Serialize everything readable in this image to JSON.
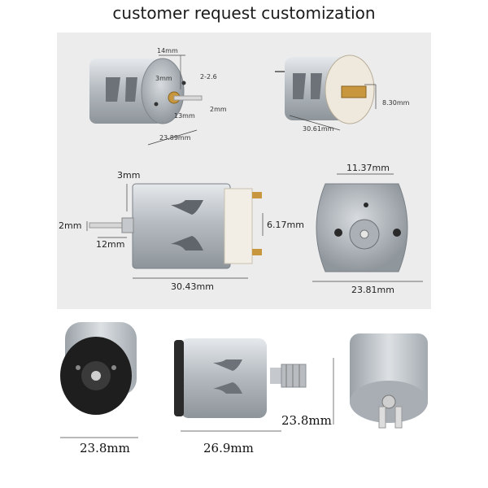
{
  "title": "customer request customization",
  "photo1": {
    "dims": [
      "14mm",
      "2-2.6",
      "3mm",
      "2mm",
      "13mm",
      "23.89mm"
    ]
  },
  "photo2": {
    "dims": [
      "8.30mm",
      "30.61mm"
    ]
  },
  "photo3": {
    "dims": [
      "3mm",
      "2mm",
      "12mm",
      "6.17mm",
      "30.43mm"
    ]
  },
  "photo4": {
    "dims": [
      "11.37mm",
      "23.81mm"
    ]
  },
  "bottom": {
    "dims": [
      "23.8mm",
      "26.9mm",
      "23.8mm"
    ]
  },
  "colors": {
    "panel": "#ececec",
    "metal": "#b9bfc5",
    "plastic": "#f2eee6",
    "endcap": "#1e1e1e",
    "copper": "#c8963c"
  }
}
